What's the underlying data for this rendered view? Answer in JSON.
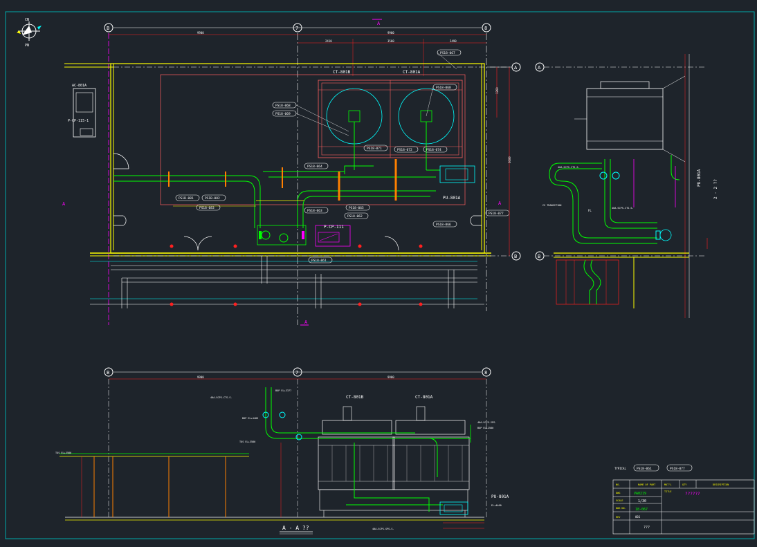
{
  "drawing": {
    "background": "#1e242b",
    "frame_color": "#00a8a8",
    "colors": {
      "wall": "#ffff00",
      "grid": "#ffffff",
      "pipe": "#00ff00",
      "pipe2": "#00ffff",
      "dim": "#ff2020",
      "label": "#ffffff",
      "magenta": "#ff00ff",
      "orange": "#ff8000",
      "equip": "#ff6060"
    },
    "north": {
      "top": "CN",
      "bottom": "PN"
    },
    "plan": {
      "grid_bubbles": [
        "B",
        "7",
        "8"
      ],
      "row_bubbles": [
        "A",
        "B"
      ],
      "top_dims": [
        "9900",
        "9900"
      ],
      "sub_dims": [
        "2410",
        "3560",
        "2490"
      ],
      "right_dims": [
        "1260",
        "3600"
      ],
      "equipment": [
        "CT-801B",
        "CT-801A",
        "AC-801A",
        "P-CP-115-1",
        "P-CP-111",
        "PU-801A"
      ],
      "pipe_tags": [
        {
          "id": "t1",
          "text": "PS18-067"
        },
        {
          "id": "t2",
          "text": "PS18-068"
        },
        {
          "id": "t3",
          "text": "PS18-069"
        },
        {
          "id": "t4",
          "text": "PS18-071"
        },
        {
          "id": "t5",
          "text": "PS18-072"
        },
        {
          "id": "t6",
          "text": "PS18-074"
        },
        {
          "id": "t7",
          "text": "PS18-064"
        },
        {
          "id": "t8",
          "text": "PS1B-081"
        },
        {
          "id": "t9",
          "text": "PS1B-082"
        },
        {
          "id": "t10",
          "text": "PS18-083"
        },
        {
          "id": "t11",
          "text": "PS18-062"
        },
        {
          "id": "t12",
          "text": "PS18-065"
        },
        {
          "id": "t13",
          "text": "PS18-063"
        },
        {
          "id": "t14",
          "text": "PS18-068"
        },
        {
          "id": "t15",
          "text": "PS18-066"
        },
        {
          "id": "t16",
          "text": "PS18-061"
        },
        {
          "id": "t17",
          "text": "PS18-077"
        }
      ],
      "section_marks": [
        "A",
        "A",
        "A",
        "A"
      ]
    },
    "elevation": {
      "grid_bubbles": [
        "B",
        "7",
        "8"
      ],
      "dims": [
        "9900",
        "9900"
      ],
      "equipment": [
        "CT-801B",
        "CT-801A",
        "PU-801A"
      ],
      "title": "A - A ??",
      "notes": [
        "40A-SCPS-CTS-S-",
        "BOP EL+3377",
        "BOP EL+4405",
        "TOS EL+3580",
        "40A-SCPS-YPS-",
        "BOP EL+2580",
        "TOS EL+3580",
        "EL+4400",
        "40A-SCPS-SPS-S-"
      ]
    },
    "side": {
      "row_bubbles": [
        "A",
        "B"
      ],
      "equipment": [
        "PU-801A"
      ],
      "section": "2 - 2 ??",
      "notes": [
        "40A-SCPS-CTS-S-",
        "CS TRANSITION",
        "FL",
        "40A-SCPS-CTS-S-"
      ]
    },
    "title_block": {
      "refs": [
        "PS18-061",
        "PS18-077"
      ],
      "ref_label": "TYPICAL",
      "row1": [
        "NO.",
        "NAME OF PART",
        "MAT'L",
        "QTY",
        "DESCRIPTION"
      ],
      "row2": [
        "DWG",
        "VA0219",
        "TITLE",
        "??????"
      ],
      "row3": [
        "SCALE",
        "1/30"
      ],
      "row4": [
        "DWG NO.",
        "18-067"
      ],
      "row5": [
        "REV",
        "001",
        "???"
      ]
    }
  }
}
